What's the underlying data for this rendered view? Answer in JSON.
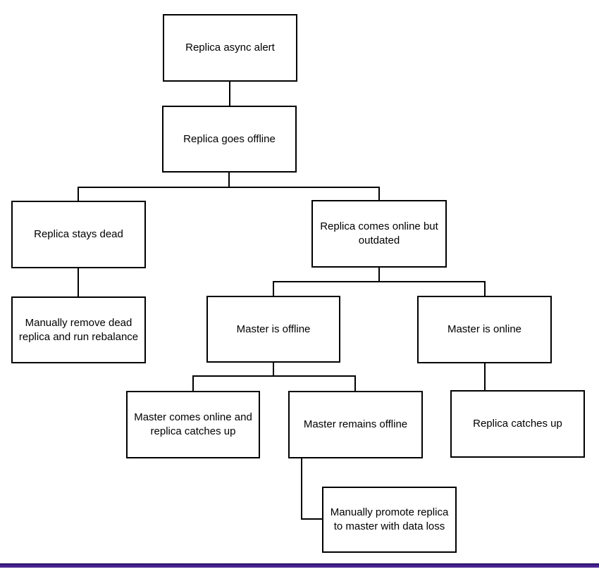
{
  "diagram": {
    "type": "flowchart",
    "nodes": [
      {
        "id": "replica-async-alert",
        "label": "Replica async alert"
      },
      {
        "id": "replica-goes-offline",
        "label": "Replica goes offline"
      },
      {
        "id": "replica-stays-dead",
        "label": "Replica stays dead"
      },
      {
        "id": "manually-remove-dead-replica",
        "label": "Manually remove dead replica and run rebalance"
      },
      {
        "id": "replica-comes-online-but-outdated",
        "label": "Replica comes online but outdated"
      },
      {
        "id": "master-is-offline",
        "label": "Master is offline"
      },
      {
        "id": "master-is-online",
        "label": "Master is online"
      },
      {
        "id": "master-comes-online-replica-catches-up",
        "label": "Master comes online and replica catches up"
      },
      {
        "id": "master-remains-offline",
        "label": "Master remains offline"
      },
      {
        "id": "replica-catches-up",
        "label": "Replica catches up"
      },
      {
        "id": "manually-promote-replica",
        "label": "Manually promote replica to master with data loss"
      }
    ],
    "edges": [
      {
        "from": "replica-async-alert",
        "to": "replica-goes-offline"
      },
      {
        "from": "replica-goes-offline",
        "to": "replica-stays-dead"
      },
      {
        "from": "replica-goes-offline",
        "to": "replica-comes-online-but-outdated"
      },
      {
        "from": "replica-stays-dead",
        "to": "manually-remove-dead-replica"
      },
      {
        "from": "replica-comes-online-but-outdated",
        "to": "master-is-offline"
      },
      {
        "from": "replica-comes-online-but-outdated",
        "to": "master-is-online"
      },
      {
        "from": "master-is-offline",
        "to": "master-comes-online-replica-catches-up"
      },
      {
        "from": "master-is-offline",
        "to": "master-remains-offline"
      },
      {
        "from": "master-is-online",
        "to": "replica-catches-up"
      },
      {
        "from": "master-remains-offline",
        "to": "manually-promote-replica"
      }
    ],
    "colors": {
      "node_border": "#000000",
      "node_fill": "#ffffff",
      "connector": "#000000",
      "accent_bar_dark": "#1c1050",
      "accent_bar_mid": "#3b1a86",
      "accent_bar_bright": "#5d28a6"
    }
  }
}
